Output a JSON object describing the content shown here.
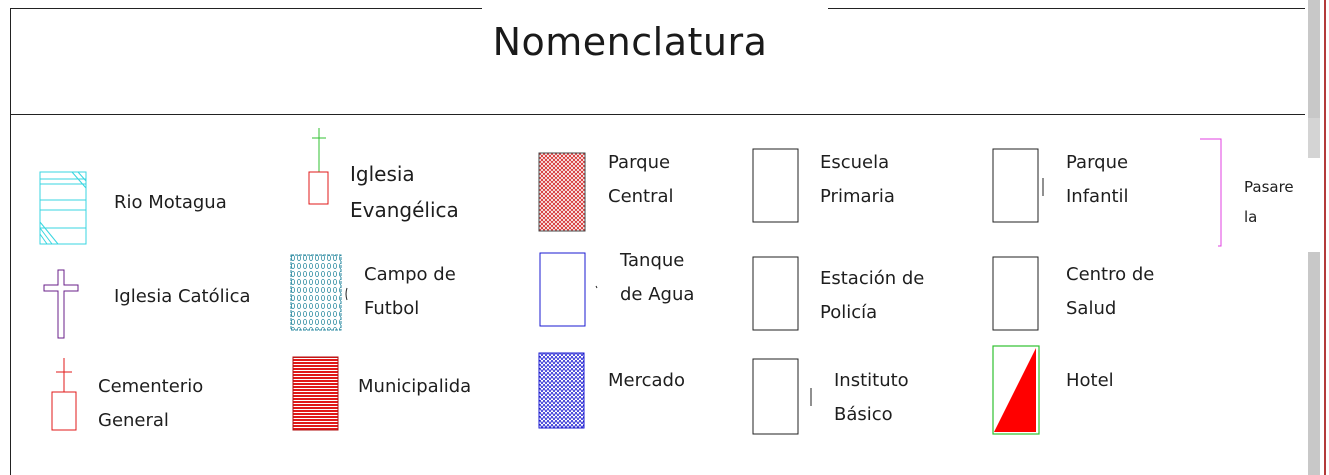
{
  "title": "Nomenclatura",
  "legend": {
    "rio_motagua": "Rio Motagua",
    "iglesia_evangelica": [
      "Iglesia",
      "Evangélica"
    ],
    "parque_central": [
      "Parque",
      "Central"
    ],
    "escuela_primaria": [
      "Escuela",
      "Primaria"
    ],
    "parque_infantil": [
      "Parque",
      "Infantil"
    ],
    "pasare": [
      "Pasare",
      "la"
    ],
    "iglesia_catolica": "Iglesia Católica",
    "campo_futbol": [
      "Campo de",
      "Futbol"
    ],
    "tanque_agua": [
      "Tanque",
      "de Agua"
    ],
    "estacion_policia": [
      "Estación de",
      "Policía"
    ],
    "centro_salud": [
      "Centro de",
      "Salud"
    ],
    "cementerio_general": [
      "Cementerio",
      "General"
    ],
    "municipalidad": "Municipalida",
    "mercado": "Mercado",
    "instituto_basico": [
      "Instituto",
      "Básico"
    ],
    "hotel": "Hotel"
  },
  "colors": {
    "river": "#38d6e0",
    "cross": "#6a1f8a",
    "red": "#e01818",
    "blue": "#1a1ad0",
    "teal": "#2a8aa0",
    "magenta": "#e040e0",
    "green": "#30c030",
    "black": "#222222"
  }
}
